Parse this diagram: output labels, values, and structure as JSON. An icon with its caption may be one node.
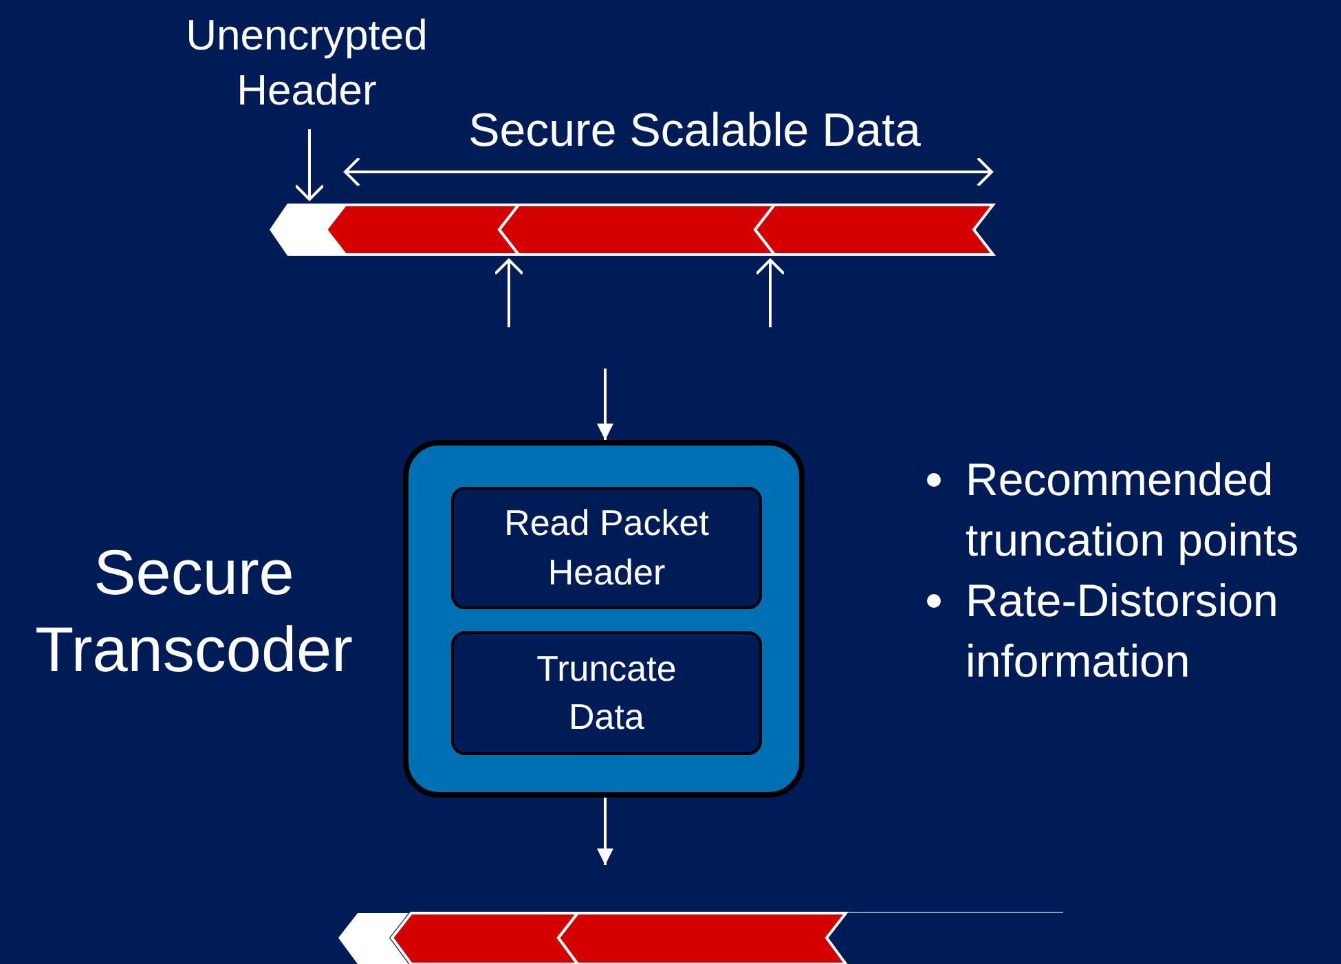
{
  "diagram": {
    "nodes": [
      {
        "text": [
          "Unencrypted Header"
        ]
      },
      {
        "text": [],
        "shape": "bar"
      },
      {
        "text": [
          "Secure Transcoder"
        ]
      },
      {
        "text": [
          "Read Packet Header"
        ],
        "in": 2
      },
      {
        "text": [
          "Truncate Data"
        ],
        "in": 2
      },
      {
        "text": [],
        "shape": "bar"
      }
    ],
    "edges": [
      {
        "from": 0,
        "to": 1,
        "arrow": "to"
      },
      {
        "from": null,
        "to": 1,
        "arrow": "to"
      },
      {
        "from": null,
        "to": 1,
        "arrow": "to"
      },
      {
        "from": null,
        "to": 2,
        "arrow": "to"
      },
      {
        "from": 2,
        "to": null,
        "arrow": "to"
      }
    ],
    "labels": [
      "Secure Scalable Data",
      "Recommended truncation points",
      "Rate-Distorsion information"
    ]
  }
}
